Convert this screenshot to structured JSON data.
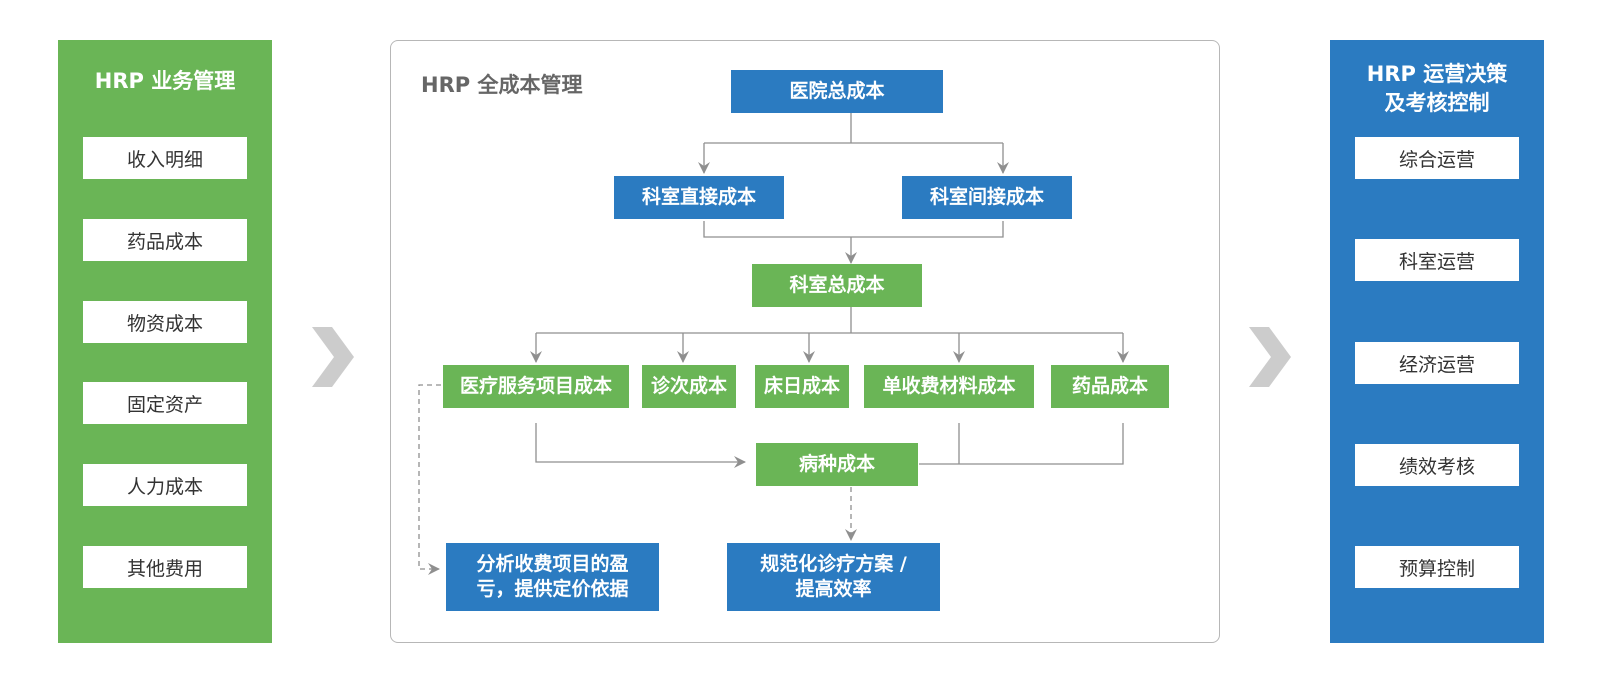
{
  "colors": {
    "green": "#6ab556",
    "blue": "#2b7bc1",
    "connector": "#8f8f8f",
    "chevron": "#cccccc"
  },
  "left_panel": {
    "title": "HRP 业务管理",
    "items": [
      "收入明细",
      "药品成本",
      "物资成本",
      "固定资产",
      "人力成本",
      "其他费用"
    ]
  },
  "center_panel": {
    "title": "HRP 全成本管理",
    "nodes": {
      "hospital_total": "医院总成本",
      "dept_direct": "科室直接成本",
      "dept_indirect": "科室间接成本",
      "dept_total": "科室总成本",
      "medical_service": "医疗服务项目成本",
      "per_visit": "诊次成本",
      "per_bed_day": "床日成本",
      "separate_material": "单收费材料成本",
      "drug": "药品成本",
      "disease": "病种成本",
      "analysis_line1": "分析收费项目的盈",
      "analysis_line2": "亏，提供定价依据",
      "standardize_line1": "规范化诊疗方案 /",
      "standardize_line2": "提高效率"
    }
  },
  "right_panel": {
    "title_line1": "HRP 运营决策",
    "title_line2": "及考核控制",
    "items": [
      "综合运营",
      "科室运营",
      "经济运营",
      "绩效考核",
      "预算控制"
    ]
  },
  "icons": {
    "flow_arrow": "chevron-right-icon"
  }
}
